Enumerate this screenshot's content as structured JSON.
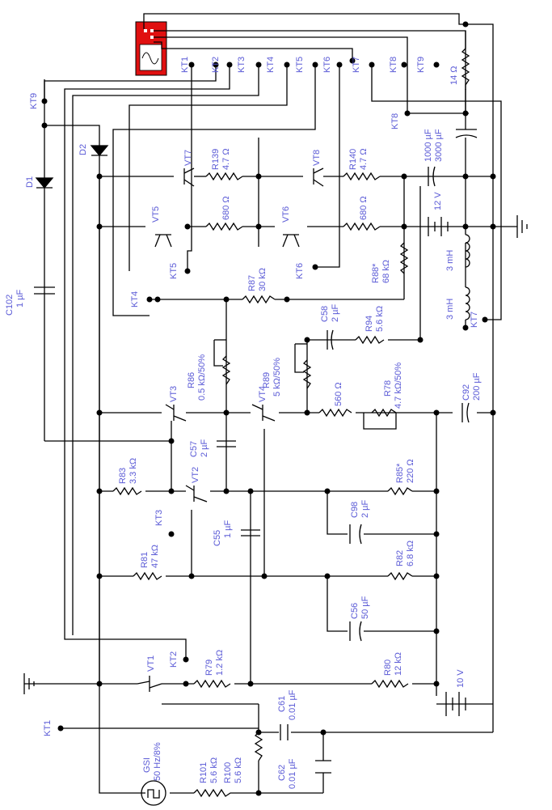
{
  "colors": {
    "wire": "#000000",
    "label": "#5a5ad6",
    "scope": "#e01010"
  },
  "terminals": [
    "KT1",
    "KT2",
    "KT3",
    "KT4",
    "KT5",
    "KT6",
    "KT7",
    "KT8",
    "KT9"
  ],
  "side_terminals": {
    "kt9": "KT9",
    "kt8": "KT8",
    "kt7": "KT7",
    "kt6": "KT6",
    "kt5": "KT5",
    "kt4": "KT4",
    "kt3": "KT3",
    "kt2": "KT2",
    "kt1": "KT1"
  },
  "transistors": {
    "vt1": "VT1",
    "vt2": "VT2",
    "vt3": "VT3",
    "vt4": "VT4",
    "vt5": "VT5",
    "vt6": "VT6",
    "vt7": "VT7",
    "vt8": "VT8"
  },
  "diodes": {
    "d1": "D1",
    "d2": "D2"
  },
  "resistors": {
    "r139": {
      "name": "R139",
      "value": "4.7 Ω"
    },
    "r140": {
      "name": "R140",
      "value": "4.7 Ω"
    },
    "r680a": {
      "value": "680 Ω"
    },
    "r680b": {
      "value": "680 Ω"
    },
    "r87": {
      "name": "R87",
      "value": "30 kΩ"
    },
    "r88": {
      "name": "R88*",
      "value": "68 kΩ"
    },
    "r94": {
      "name": "R94",
      "value": "5.6 kΩ"
    },
    "r86": {
      "name": "R86",
      "value": "0.5 kΩ/50%"
    },
    "r89": {
      "name": "R89",
      "value": "5 kΩ/50%"
    },
    "r560": {
      "value": "560 Ω"
    },
    "r78": {
      "name": "R78",
      "value": "4.7 kΩ/50%"
    },
    "r83": {
      "name": "R83",
      "value": "3.3 kΩ"
    },
    "r85": {
      "name": "R85*",
      "value": "220 Ω"
    },
    "r81": {
      "name": "R81",
      "value": "47 kΩ"
    },
    "r82": {
      "name": "R82",
      "value": "6.8 kΩ"
    },
    "r79": {
      "name": "R79",
      "value": "1.2 kΩ"
    },
    "r80": {
      "name": "R80",
      "value": "12 kΩ"
    },
    "r101": {
      "name": "R101",
      "value": "5.6 kΩ"
    },
    "r100": {
      "name": "R100",
      "value": "5.6 kΩ"
    },
    "r14": {
      "value": "14 Ω"
    }
  },
  "capacitors": {
    "c102": {
      "name": "C102",
      "value": "1 µF"
    },
    "c1000": {
      "value": "1000 µF"
    },
    "c3000": {
      "value": "3000 µF"
    },
    "c58": {
      "name": "C58",
      "value": "2 µF"
    },
    "c57": {
      "name": "C57",
      "value": "2 µF"
    },
    "c92": {
      "name": "C92",
      "value": "200 µF"
    },
    "c98": {
      "name": "C98",
      "value": "2 µF"
    },
    "c55": {
      "name": "C55",
      "value": "1 µF"
    },
    "c56": {
      "name": "C56",
      "value": "50 µF"
    },
    "c61": {
      "name": "C61",
      "value": "0.01 µF"
    },
    "c62": {
      "name": "C62",
      "value": "0.01 µF"
    }
  },
  "inductors": {
    "l1": "3 mH",
    "l2": "3 mH"
  },
  "batteries": {
    "b12": "12 V",
    "b10": "10 V"
  },
  "generator": {
    "name": "GSI",
    "value": "50 Hz/8%"
  }
}
